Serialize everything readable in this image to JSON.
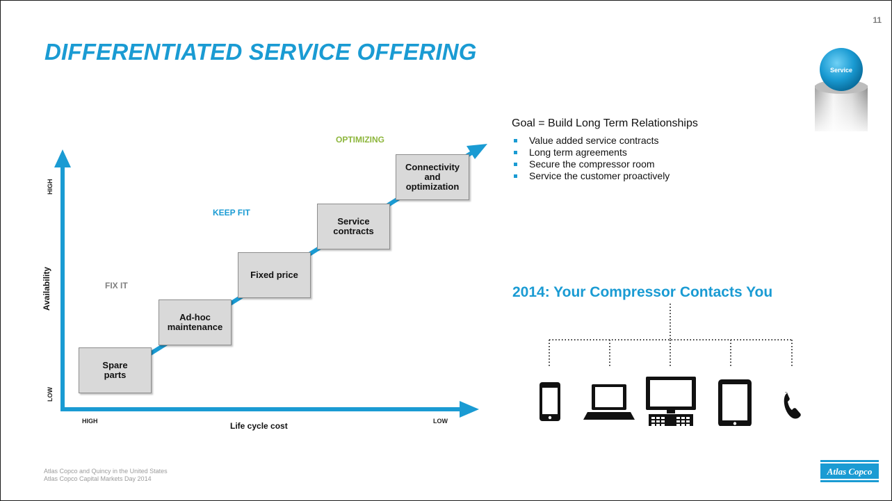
{
  "page_number": "11",
  "title": "DIFFERENTIATED SERVICE OFFERING",
  "service_badge": {
    "label": "Service",
    "color": "#1a9bd3"
  },
  "diagram": {
    "axis_color": "#1a9bd3",
    "x_axis": {
      "label": "Life cycle cost",
      "start": "HIGH",
      "end": "LOW"
    },
    "y_axis": {
      "label": "Availability",
      "start": "LOW",
      "end": "HIGH"
    },
    "stages": [
      {
        "label": "FIX IT",
        "color": "#808080"
      },
      {
        "label": "KEEP FIT",
        "color": "#1a9bd3"
      },
      {
        "label": "OPTIMIZING",
        "color": "#8db63c"
      }
    ],
    "steps": [
      {
        "label": "Spare parts"
      },
      {
        "label": "Ad-hoc maintenance"
      },
      {
        "label": "Fixed price"
      },
      {
        "label": "Service contracts"
      },
      {
        "label": "Connectivity and optimization"
      }
    ]
  },
  "goal": {
    "title": "Goal = Build Long Term Relationships",
    "items": [
      "Value added service contracts",
      "Long term agreements",
      "Secure the compressor room",
      "Service the customer proactively"
    ]
  },
  "compressor": {
    "headline": "2014: Your Compressor Contacts You",
    "devices": [
      "mobile-phone-icon",
      "laptop-icon",
      "desktop-computer-icon",
      "tablet-icon",
      "telephone-handset-icon"
    ]
  },
  "footer": {
    "line1": "Atlas Copco and Quincy in the United States",
    "line2": "Atlas Copco Capital Markets Day 2014"
  },
  "logo": {
    "text": "Atlas Copco",
    "color": "#1a9bd3"
  }
}
